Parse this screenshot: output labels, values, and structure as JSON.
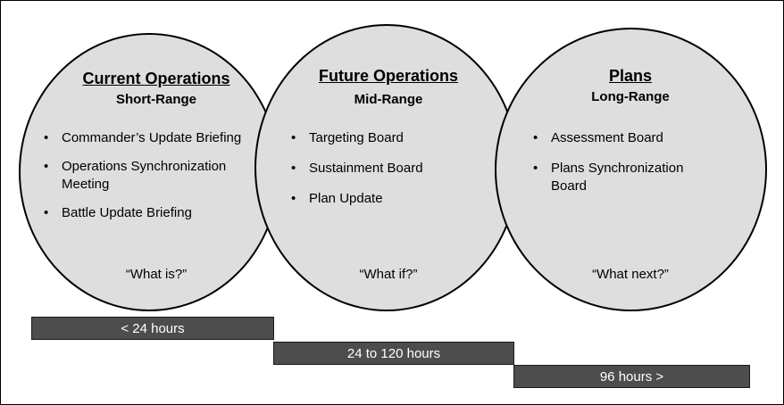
{
  "columns": [
    {
      "title": "Current Operations",
      "subtitle": "Short-Range",
      "items": [
        "Commander’s Update Briefing",
        "Operations Synchronization Meeting",
        "Battle Update Briefing"
      ],
      "question": "“What is?”"
    },
    {
      "title": "Future Operations",
      "subtitle": "Mid-Range",
      "items": [
        "Targeting Board",
        "Sustainment Board",
        "Plan Update"
      ],
      "question": "“What if?”"
    },
    {
      "title": "Plans",
      "subtitle": "Long-Range",
      "items": [
        "Assessment Board",
        "Plans Synchronization Board"
      ],
      "question": "“What next?”"
    }
  ],
  "timebars": [
    "< 24 hours",
    "24 to 120 hours",
    "96 hours >"
  ],
  "colors": {
    "circle_fill": "#dedede",
    "bar_fill": "#4d4d4d",
    "bar_text": "#ffffff"
  }
}
